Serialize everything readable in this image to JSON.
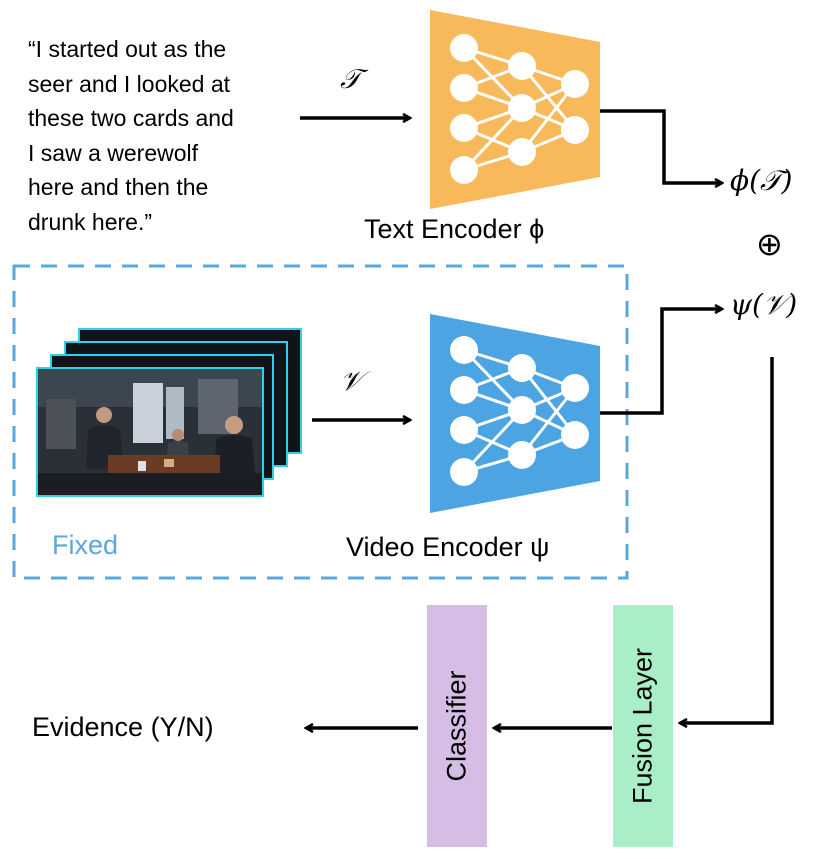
{
  "quote": "“I started out as the\nseer and I looked at\nthese two cards and\nI saw a werewolf\nhere and then the\ndrunk here.”",
  "text_input_symbol": "𝒯",
  "video_input_symbol": "𝒱",
  "text_encoder_label": "Text Encoder ϕ",
  "video_encoder_label": "Video Encoder ψ",
  "text_output": "ϕ(𝒯)",
  "oplus": "⊕",
  "video_output": "ψ(𝒱)",
  "fixed_label": "Fixed",
  "fusion_layer_label": "Fusion Layer",
  "classifier_label": "Classifier",
  "evidence_label": "Evidence (Y/N)",
  "colors": {
    "text_encoder": "#f7b95a",
    "video_encoder": "#4ca4e3",
    "fixed_box": "#5aa7db",
    "fusion_layer": "#a9eec6",
    "classifier": "#d6bde6",
    "frame_border": "#2fd0ec"
  }
}
